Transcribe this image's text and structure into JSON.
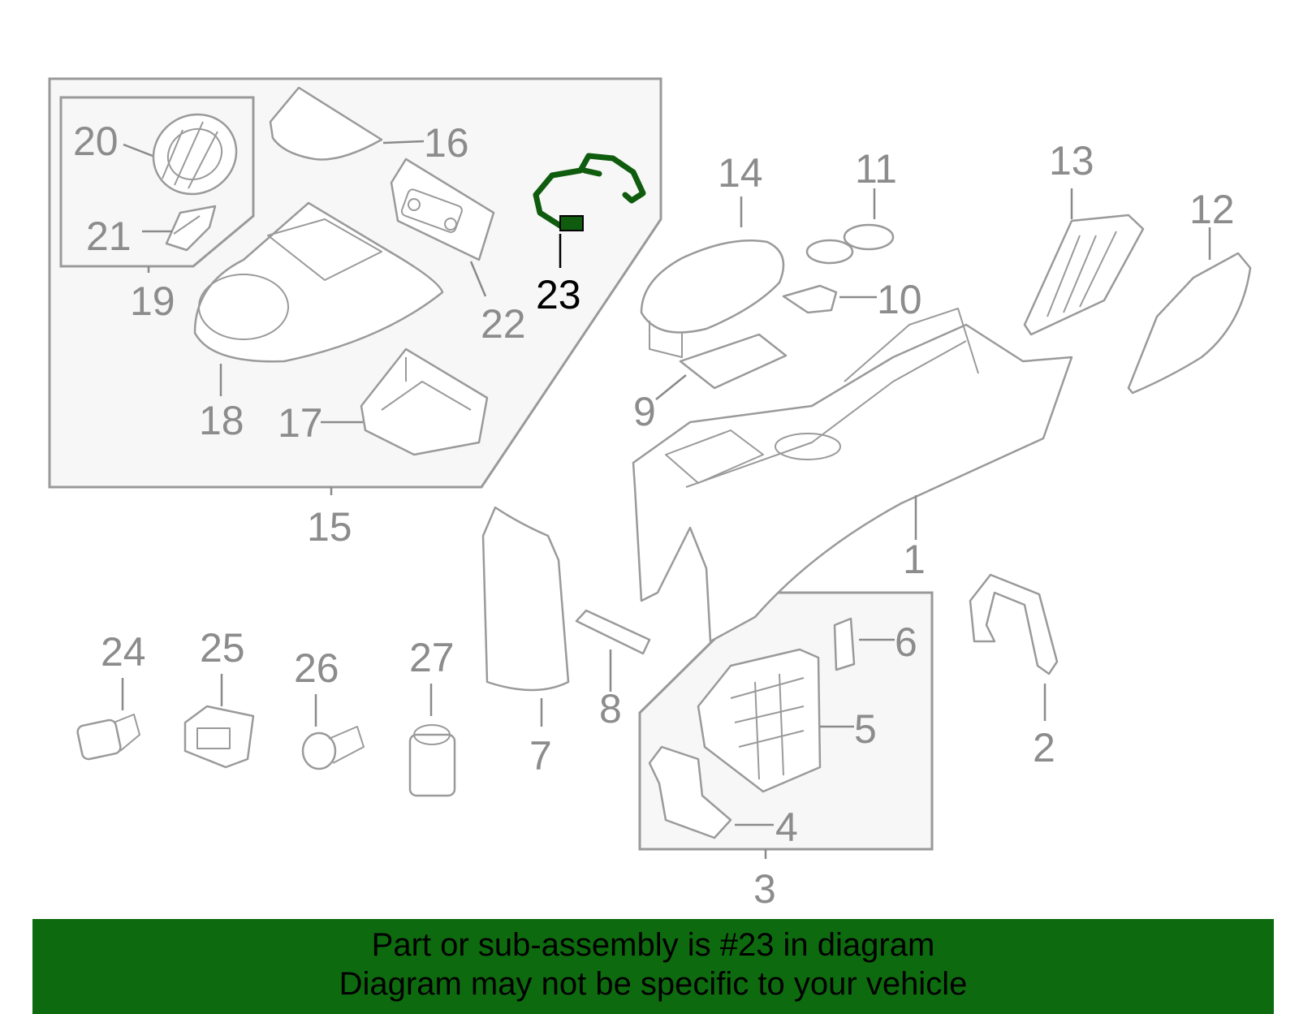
{
  "highlight_color": "#0e6a0e",
  "highlighted_part": "23",
  "callouts": {
    "c1": "1",
    "c2": "2",
    "c3": "3",
    "c4": "4",
    "c5": "5",
    "c6": "6",
    "c7": "7",
    "c8": "8",
    "c9": "9",
    "c10": "10",
    "c11": "11",
    "c12": "12",
    "c13": "13",
    "c14": "14",
    "c15": "15",
    "c16": "16",
    "c17": "17",
    "c18": "18",
    "c19": "19",
    "c20": "20",
    "c21": "21",
    "c22": "22",
    "c23": "23",
    "c24": "24",
    "c25": "25",
    "c26": "26",
    "c27": "27"
  },
  "banner": {
    "line1": "Part or sub-assembly is #23 in diagram",
    "line2": "Diagram may not be specific to your vehicle"
  }
}
